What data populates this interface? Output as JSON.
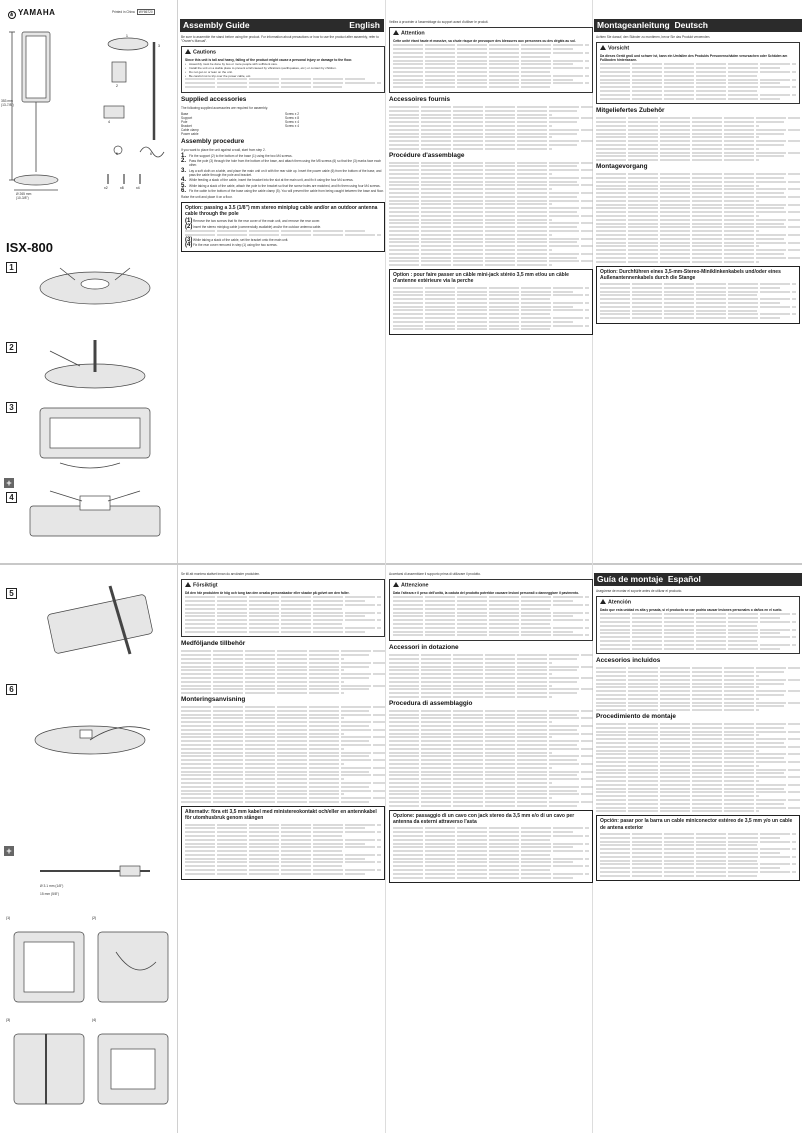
{
  "header": {
    "brand": "YAMAHA",
    "printed_label": "Printed in China",
    "printed_code": "WY86720"
  },
  "left": {
    "dim_height": "353 mm\n(13-7/8\")",
    "dim_diameter": "Ø 265 mm\n(10-3/8\")",
    "part_labels": [
      "1",
      "2",
      "3",
      "4",
      "5",
      "6"
    ],
    "qty_labels": [
      "x2",
      "x8",
      "x4"
    ],
    "model": "ISX-800",
    "step_labels": [
      "1",
      "2",
      "3",
      "4",
      "5",
      "6"
    ],
    "cable_dim": "Ø 3.1 mm (1/8\")",
    "cable_dim2": "15 mm (5/8\")",
    "sub_steps": [
      "(1)",
      "(2)",
      "(3)",
      "(4)"
    ]
  },
  "en": {
    "title": "Assembly Guide",
    "lang": "English",
    "intro": "Be sure to assemble the stand before using the product. For information about precautions or how to use the product after assembly, refer to \"Owner's Manual\".",
    "caution_title": "Cautions",
    "caution_bold": "Since this unit is tall and heavy, falling of the product might cause a personal injury or damage to the floor.",
    "caution_items": [
      "Assembly must be done by two or more people with sufficient care.",
      "Install the unit on a stable place to prevent a fall caused by vibrations (earthquakes, etc.) or contact by children.",
      "Do not get on or lean on the unit.",
      "Be careful not to trip over the power cable, etc."
    ],
    "supplied_title": "Supplied accessories",
    "supplied_intro": "The following supplied accessories are required for assembly.",
    "parts": [
      "Base",
      "Support",
      "Pole",
      "Bracket",
      "Cable clamp",
      "Power cable",
      "Screw x 2",
      "Screw x 8",
      "Screw x 4",
      "Screw x 4"
    ],
    "procedure_title": "Assembly procedure",
    "procedure_intro": "If you want to place the unit against a wall, start from step 2.",
    "steps": [
      "Fix the support (2) to the bottom of the base (1) using the two M4 screws.",
      "Pass the pole (3) through the hole from the bottom of the base, and attach them using the M5 screws (6) so that the (3) marks face each other.",
      "Lay a soft cloth on a table, and place the main unit on it with the rear side up. Insert the power cable (6) from the bottom of the base, and pass the cable through the pole and bracket.",
      "While feeding a slack of the cable, insert the bracket into the slot at the main unit, and fix it using the four M4 screws.",
      "While taking a slack of the cable, attach the pole to the bracket so that the screw holes are matched, and fix them using four M4 screws.",
      "Fix the cable to the bottom of the base using the cable clamp (5). You will prevent the cable from being caught between the base and floor."
    ],
    "raise": "Raise the unit and place it on a floor.",
    "option_title": "Option: passing a 3.5 (1/8\") mm stereo miniplug cable and/or an outdoor antenna cable through the pole",
    "option_steps": [
      "Remove the two screws that fix the rear cover of the main unit, and remove the rear cover.",
      "Insert the stereo miniplug cable (commercially available) and/or the outdoor antenna cable.",
      "While taking a slack of the cable, set the bracket onto the main unit.",
      "Fix the rear cover removed in step (1) using the two screws."
    ]
  },
  "fr": {
    "intro": "Veillez à procéder à l'assemblage du support avant d'utiliser le produit.",
    "attention_title": "Attention",
    "attention_bold": "Cette unité étant haute et massive, sa chute risque de provoquer des blessures aux personnes ou des dégâts au sol.",
    "access_title": "Accessoires fournis",
    "procedure_title": "Procédure d'assemblage",
    "option_title": "Option : pour faire passer un câble mini-jack stéréo 3,5 mm et/ou un câble d'antenne extérieure via la perche"
  },
  "de": {
    "title": "Montageanleitung",
    "lang": "Deutsch",
    "intro": "Achten Sie darauf, den Ständer zu montieren, bevor Sie das Produkt verwenden.",
    "caution_title": "Vorsicht",
    "caution_bold": "Da dieses Gerät groß und schwer ist, kann ein Umfallen des Produkts Personenschäden verursachen oder Schäden am Fußboden hinterlassen.",
    "access_title": "Mitgeliefertes Zubehör",
    "procedure_title": "Montagevorgang",
    "option_title": "Option: Durchführen eines 3,5-mm-Stereo-Miniklinkenkabels und/oder eines Außenantennenkabels durch die Stange"
  },
  "sv": {
    "intro": "Se till att montera stativet innan du använder produkten.",
    "caution_title": "Försiktigt",
    "caution_bold": "Då den här produkten är hög och tung kan den orsaka personskador eller skador på golvet om den faller.",
    "access_title": "Medföljande tillbehör",
    "procedure_title": "Monteringsanvisning",
    "option_title": "Alternativ: föra ett 3,5 mm kabel med ministereokontakt och/eller en antennkabel för utomhusbruk genom stången"
  },
  "it": {
    "intro": "Accertarsi di assemblare il supporto prima di utilizzare il prodotto.",
    "attention_title": "Attenzione",
    "attention_bold": "Data l'altezza e il peso dell'unità, la caduta del prodotto potrebbe causare lesioni personali o danneggiare il pavimento.",
    "access_title": "Accessori in dotazione",
    "procedure_title": "Procedura di assemblaggio",
    "option_title": "Opzione: passaggio di un cavo con jack stereo da 3,5 mm e/o di un cavo per antenna da esterni attraverso l'asta"
  },
  "es": {
    "title": "Guía de montaje",
    "lang": "Español",
    "intro": "Asegúrese de montar el soporte antes de utilizar el producto.",
    "caution_title": "Atención",
    "caution_bold": "Dado que esta unidad es alta y pesada, si el producto se cae podría causar lesiones personales o daños en el suelo.",
    "access_title": "Accesorios incluidos",
    "procedure_title": "Procedimiento de montaje",
    "option_title": "Opción: pasar por la barra un cable miniconector estéreo de 3,5 mm y/o un cable de antena exterior"
  }
}
